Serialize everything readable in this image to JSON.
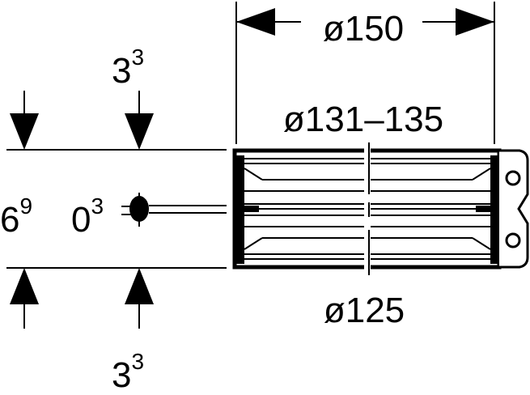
{
  "dimensions": {
    "outer_diameter": "ø150",
    "inner_range": "ø131–135",
    "bottom_diameter": "ø125",
    "top_gap": {
      "base": "3",
      "sup": "3"
    },
    "bottom_gap": {
      "base": "3",
      "sup": "3"
    },
    "height": {
      "base": "6",
      "sup": "9"
    },
    "thickness": {
      "base": "0",
      "sup": "3"
    }
  },
  "colors": {
    "line": "#000000",
    "background": "#ffffff"
  }
}
